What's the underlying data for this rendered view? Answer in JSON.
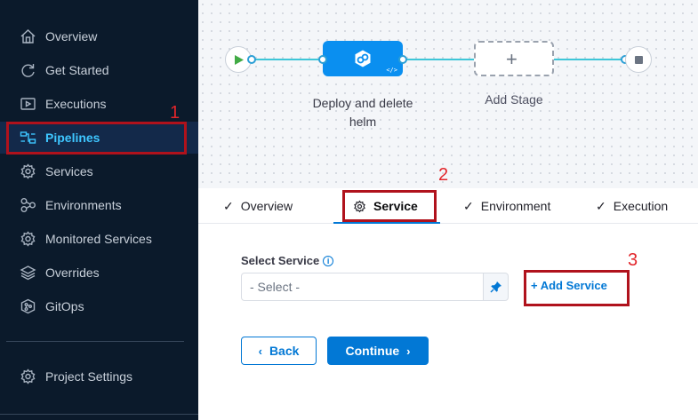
{
  "sidebar": {
    "items": [
      {
        "label": "Overview",
        "icon": "home-icon"
      },
      {
        "label": "Get Started",
        "icon": "refresh-icon"
      },
      {
        "label": "Executions",
        "icon": "executions-icon"
      },
      {
        "label": "Pipelines",
        "icon": "pipelines-icon",
        "active": true
      },
      {
        "label": "Services",
        "icon": "gear-icon"
      },
      {
        "label": "Environments",
        "icon": "environments-icon"
      },
      {
        "label": "Monitored Services",
        "icon": "monitored-services-icon"
      },
      {
        "label": "Overrides",
        "icon": "layers-icon"
      },
      {
        "label": "GitOps",
        "icon": "gitops-icon"
      }
    ],
    "project_settings": "Project Settings"
  },
  "pipeline": {
    "stage_label": "Deploy and delete helm",
    "stage_tag": "</>",
    "add_stage_label": "Add Stage",
    "add_stage_symbol": "+"
  },
  "tabs": [
    {
      "label": "Overview",
      "checked": true
    },
    {
      "label": "Service",
      "active": true
    },
    {
      "label": "Environment",
      "checked": true
    },
    {
      "label": "Execution",
      "checked": true
    }
  ],
  "check_glyph": "✓",
  "form": {
    "select_service_label": "Select Service",
    "info_glyph": "i",
    "select_placeholder": "- Select -",
    "add_service_label": "+ Add Service",
    "back_label": "Back",
    "continue_label": "Continue",
    "back_chevron": "‹",
    "continue_chevron": "›"
  },
  "annotations": [
    "1",
    "2",
    "3"
  ],
  "colors": {
    "sidebar_bg": "#0b1a2b",
    "active_nav": "#3ec6ff",
    "primary": "#0278d5",
    "highlight": "#b0121c",
    "annotation_number": "#e2252a"
  }
}
